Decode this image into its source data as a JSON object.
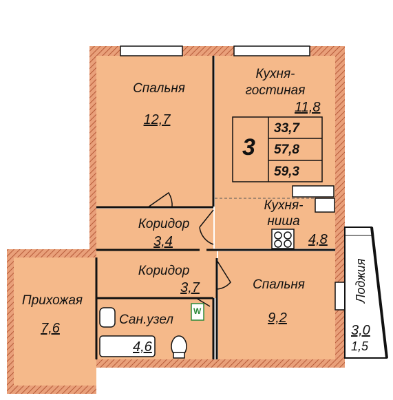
{
  "plan": {
    "rooms_count": "3",
    "area_living": "33,7",
    "area_total": "57,8",
    "area_total_with_loggia": "59,3"
  },
  "rooms": {
    "bedroom1": {
      "name": "Спальня",
      "area": "12,7"
    },
    "kitchen_living": {
      "name_line1": "Кухня-",
      "name_line2": "гостиная",
      "area": "11,8"
    },
    "kitchen_niche": {
      "name_line1": "Кухня-",
      "name_line2": "ниша",
      "area": "4,8"
    },
    "corridor1": {
      "name": "Коридор",
      "area": "3,4"
    },
    "corridor2": {
      "name": "Коридор",
      "area": "3,7"
    },
    "hallway": {
      "name": "Прихожая",
      "area": "7,6"
    },
    "bathroom": {
      "name": "Сан.узел",
      "area": "4,6"
    },
    "bedroom2": {
      "name": "Спальня",
      "area": "9,2"
    },
    "loggia": {
      "name": "Лоджия",
      "area": "3,0",
      "area_reduced": "1,5"
    }
  },
  "misc": {
    "w_mark": "W"
  },
  "colors": {
    "room_fill": "#f5b98a",
    "wall": "#111111",
    "hatch": "#c56a44",
    "window": "#ffffff",
    "washer_mark": "#2d8a3a"
  }
}
